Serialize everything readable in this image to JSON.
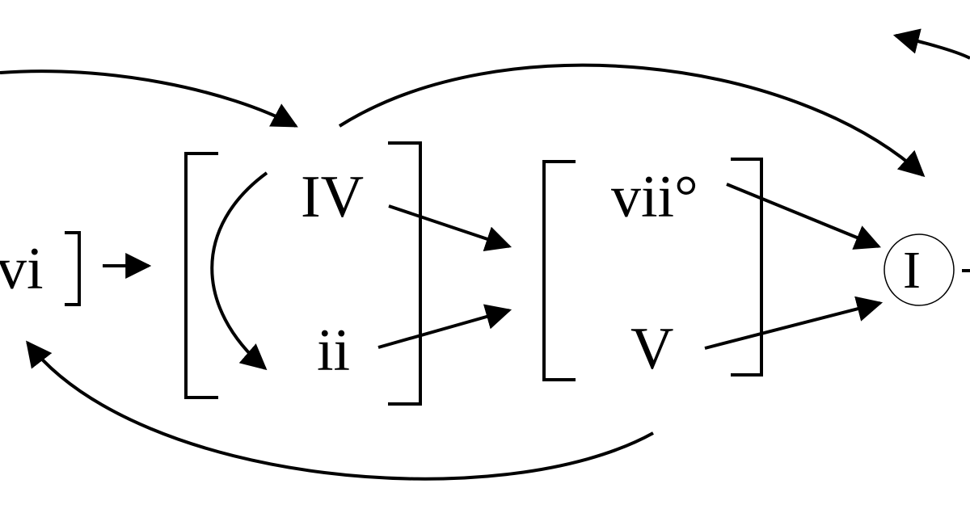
{
  "diagram": {
    "chords": {
      "vi": "vi",
      "IV": "IV",
      "ii": "ii",
      "vii": "vii°",
      "V": "V",
      "I": "I"
    },
    "colors": {
      "ink": "#000000",
      "background": "#ffffff"
    }
  }
}
